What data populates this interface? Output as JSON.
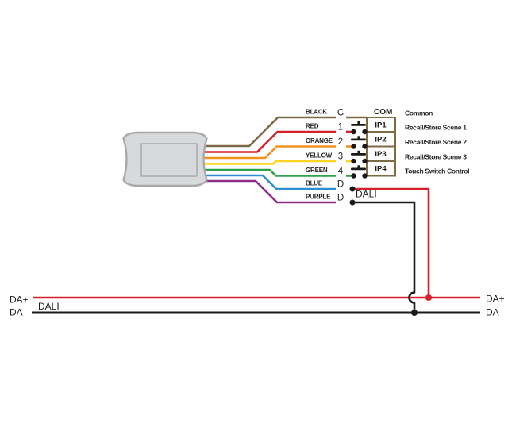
{
  "colors": {
    "bus_common": "#7e6a45",
    "dali_plus": "#d6212a",
    "dali_minus": "#1b1b1b",
    "connector_fill": "#d8d9da"
  },
  "wires": [
    {
      "label": "BLACK",
      "terminal": "C",
      "color": "#7e6a45"
    },
    {
      "label": "RED",
      "terminal": "1",
      "color": "#d6212a"
    },
    {
      "label": "ORANGE",
      "terminal": "2",
      "color": "#f0931f"
    },
    {
      "label": "YELLOW",
      "terminal": "3",
      "color": "#fdd522"
    },
    {
      "label": "GREEN",
      "terminal": "4",
      "color": "#2fa14b"
    },
    {
      "label": "BLUE",
      "terminal": "D",
      "color": "#2e8fd0"
    },
    {
      "label": "PURPLE",
      "terminal": "D",
      "color": "#8e2d88"
    }
  ],
  "terminals": {
    "com": {
      "label": "COM",
      "description": "Common"
    },
    "inputs": [
      {
        "label": "IP1",
        "description": "Recall/Store Scene 1"
      },
      {
        "label": "IP2",
        "description": "Recall/Store Scene 2"
      },
      {
        "label": "IP3",
        "description": "Recall/Store Scene 3"
      },
      {
        "label": "IP4",
        "description": "Touch Switch Control"
      }
    ]
  },
  "dali": {
    "label": "DALI",
    "bus": {
      "label": "DALI",
      "left_plus": "DA+",
      "left_minus": "DA-",
      "right_plus": "DA+",
      "right_minus": "DA-"
    }
  }
}
